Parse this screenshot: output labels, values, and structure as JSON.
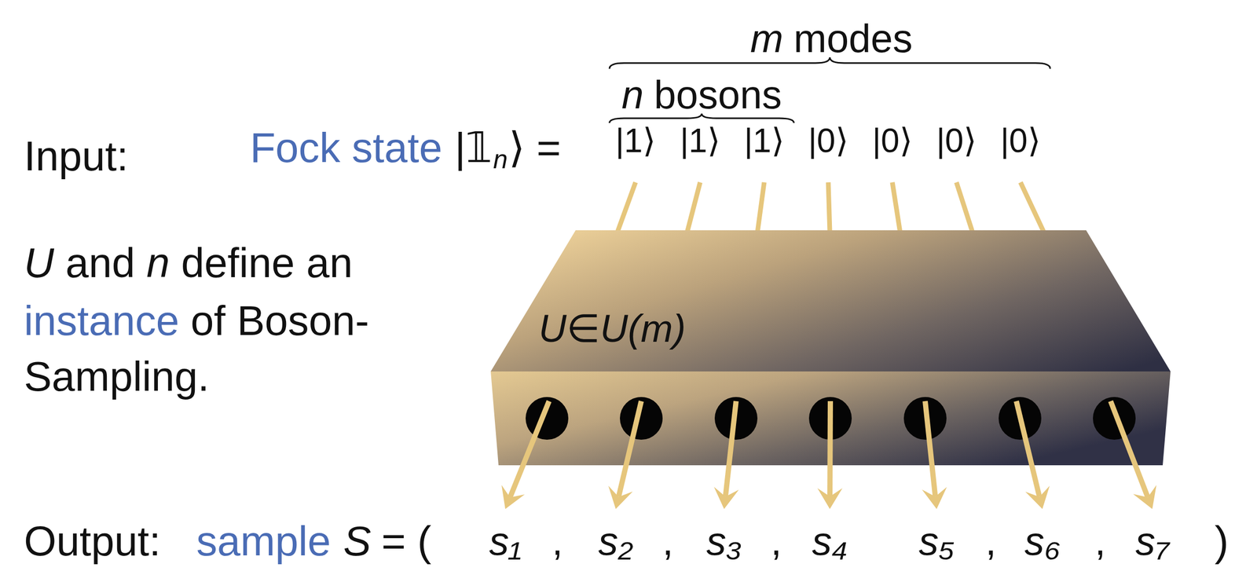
{
  "diagram": {
    "nodes": [
      {
        "text": [
          "U∈U(m)"
        ]
      }
    ],
    "labels": [
      "m",
      "modes",
      "n",
      "bosons",
      "Input:",
      "Fock state",
      "|𝟙",
      "n",
      "⟩ =",
      "|1⟩",
      "|1⟩",
      "|1⟩",
      "|0⟩",
      "|0⟩",
      "|0⟩",
      "|0⟩",
      "U",
      "and",
      "n",
      "define an",
      "instance",
      "of Boson-",
      "Sampling.",
      "Output:",
      "sample",
      "S",
      "= (",
      "s₁",
      ",",
      "s₂",
      ",",
      "s₃",
      ",",
      "s₄",
      "s₅",
      ",",
      "s₆",
      ",",
      "s₇",
      ")"
    ]
  }
}
